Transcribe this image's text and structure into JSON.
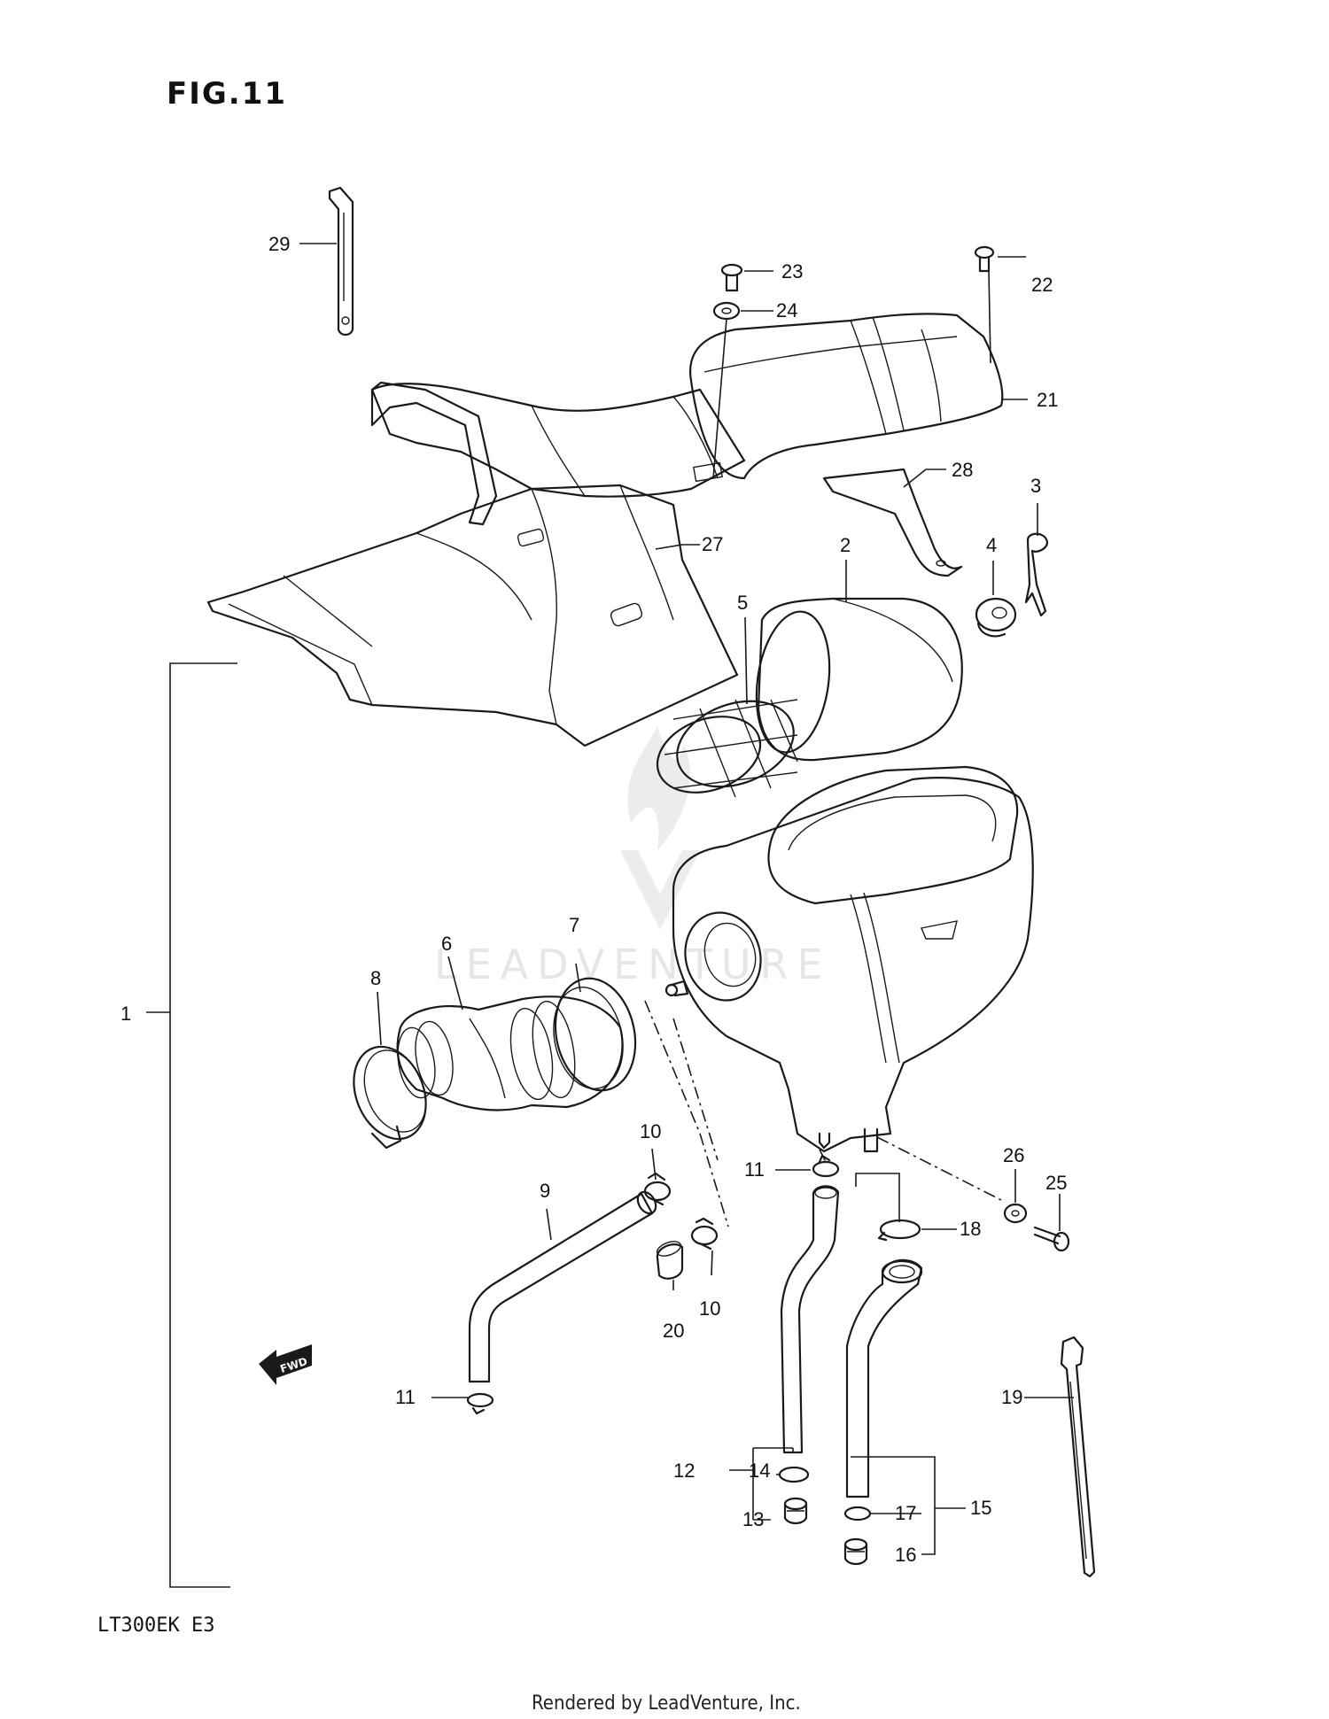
{
  "figure": {
    "title": "FIG.11",
    "model_code": "LT300EK  E3",
    "footer": "Rendered by LeadVenture, Inc.",
    "watermark": "LEADVENTURE",
    "fwd_label": "FWD"
  },
  "callouts": [
    {
      "id": "c1",
      "label": "1"
    },
    {
      "id": "c2",
      "label": "2"
    },
    {
      "id": "c3",
      "label": "3"
    },
    {
      "id": "c4",
      "label": "4"
    },
    {
      "id": "c5",
      "label": "5"
    },
    {
      "id": "c6",
      "label": "6"
    },
    {
      "id": "c7",
      "label": "7"
    },
    {
      "id": "c8",
      "label": "8"
    },
    {
      "id": "c9",
      "label": "9"
    },
    {
      "id": "c10a",
      "label": "10"
    },
    {
      "id": "c10b",
      "label": "10"
    },
    {
      "id": "c11a",
      "label": "11"
    },
    {
      "id": "c11b",
      "label": "11"
    },
    {
      "id": "c12",
      "label": "12"
    },
    {
      "id": "c13",
      "label": "13"
    },
    {
      "id": "c14",
      "label": "14"
    },
    {
      "id": "c15",
      "label": "15"
    },
    {
      "id": "c16",
      "label": "16"
    },
    {
      "id": "c17",
      "label": "17"
    },
    {
      "id": "c18",
      "label": "18"
    },
    {
      "id": "c19",
      "label": "19"
    },
    {
      "id": "c20",
      "label": "20"
    },
    {
      "id": "c21",
      "label": "21"
    },
    {
      "id": "c22",
      "label": "22"
    },
    {
      "id": "c23",
      "label": "23"
    },
    {
      "id": "c24",
      "label": "24"
    },
    {
      "id": "c25",
      "label": "25"
    },
    {
      "id": "c26",
      "label": "26"
    },
    {
      "id": "c27",
      "label": "27"
    },
    {
      "id": "c28",
      "label": "28"
    },
    {
      "id": "c29",
      "label": "29"
    }
  ]
}
